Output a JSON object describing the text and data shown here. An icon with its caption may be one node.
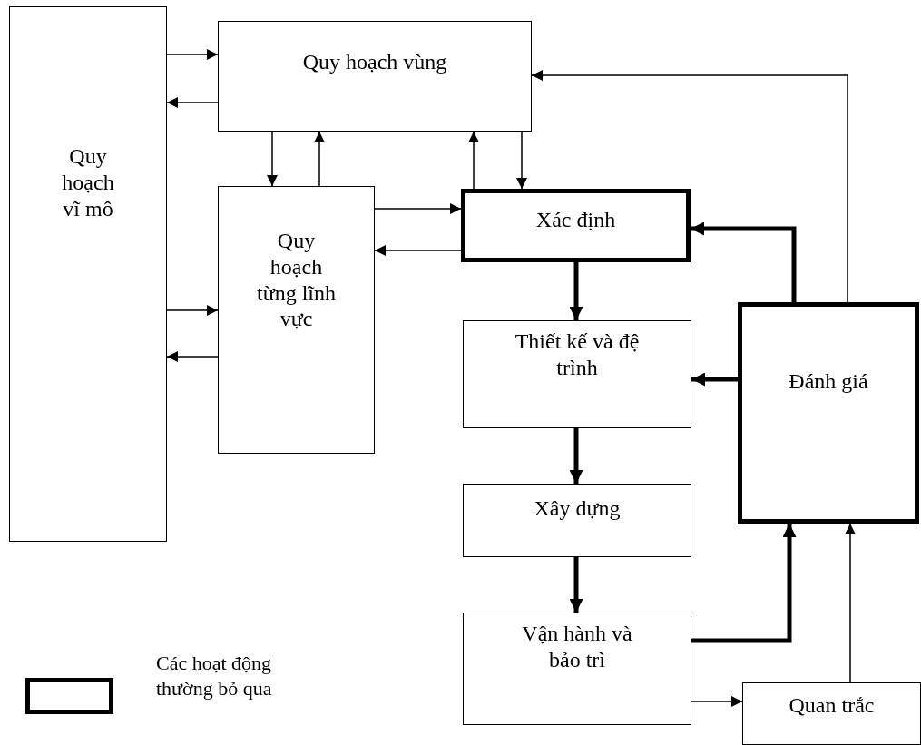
{
  "diagram": {
    "nodes": [
      {
        "text": [
          "Quy hoạch vĩ mô"
        ]
      },
      {
        "text": [
          "Quy hoạch vùng"
        ]
      },
      {
        "text": [
          "Quy hoạch từng lĩnh vực"
        ]
      },
      {
        "text": [
          "Xác định"
        ]
      },
      {
        "text": [
          "Thiết kế và đệ trình"
        ]
      },
      {
        "text": [
          "Xây dựng"
        ]
      },
      {
        "text": [
          "Vận hành và bảo trì"
        ]
      },
      {
        "text": [
          "Đánh giá"
        ]
      },
      {
        "text": [
          "Quan trắc"
        ]
      }
    ],
    "edges": [
      {
        "from": 0,
        "to": 1,
        "arrow": "to"
      },
      {
        "from": 1,
        "to": 0,
        "arrow": "to"
      },
      {
        "from": 0,
        "to": 2,
        "arrow": "to"
      },
      {
        "from": 2,
        "to": 0,
        "arrow": "to"
      },
      {
        "from": 1,
        "to": 2,
        "arrow": "to"
      },
      {
        "from": 2,
        "to": 1,
        "arrow": "to"
      },
      {
        "from": 3,
        "to": 1,
        "arrow": "to"
      },
      {
        "from": 1,
        "to": 3,
        "arrow": "to"
      },
      {
        "from": 2,
        "to": 3,
        "arrow": "to"
      },
      {
        "from": 3,
        "to": 2,
        "arrow": "to"
      },
      {
        "from": 3,
        "to": 4,
        "arrow": "to",
        "style": "thick"
      },
      {
        "from": 4,
        "to": 5,
        "arrow": "to",
        "style": "thick"
      },
      {
        "from": 5,
        "to": 6,
        "arrow": "to",
        "style": "thick"
      },
      {
        "from": 7,
        "to": 3,
        "arrow": "to",
        "style": "thick"
      },
      {
        "from": 7,
        "to": 4,
        "arrow": "to",
        "style": "thick"
      },
      {
        "from": 7,
        "to": 1,
        "arrow": "to"
      },
      {
        "from": 6,
        "to": 7,
        "arrow": "to",
        "style": "thick"
      },
      {
        "from": 6,
        "to": 8,
        "arrow": "to"
      },
      {
        "from": 8,
        "to": 7,
        "arrow": "to"
      }
    ],
    "legend": [
      {
        "text": "Các hoạt động thường bỏ qua"
      }
    ]
  }
}
